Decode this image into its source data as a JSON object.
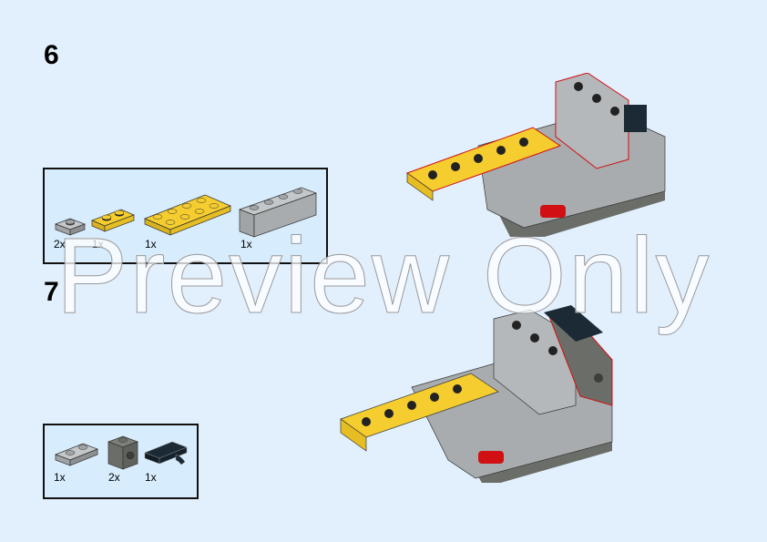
{
  "page": {
    "background": "#e2f0fe",
    "watermark": "Preview Only"
  },
  "steps": [
    {
      "number": "6",
      "parts": [
        {
          "name": "light-gray-plate-1x1",
          "qty": "2x",
          "color": "#a0a4a6"
        },
        {
          "name": "yellow-plate-1x2",
          "qty": "1x",
          "color": "#f5cd2f"
        },
        {
          "name": "yellow-plate-2x4",
          "qty": "1x",
          "color": "#f5cd2f"
        },
        {
          "name": "light-gray-brick-1x4",
          "qty": "1x",
          "color": "#a0a4a6"
        }
      ]
    },
    {
      "number": "7",
      "parts": [
        {
          "name": "light-gray-plate-1x2",
          "qty": "1x",
          "color": "#a0a4a6"
        },
        {
          "name": "dark-gray-brick-1x1-with-stud-on-side",
          "qty": "2x",
          "color": "#6b6e68"
        },
        {
          "name": "black-plate-1x2-with-clip",
          "qty": "1x",
          "color": "#1b2a34"
        }
      ]
    }
  ],
  "colors": {
    "yellow": "#f5cd2f",
    "light_gray": "#a0a4a6",
    "dark_gray": "#6b6e68",
    "black": "#1b2a34",
    "red": "#d01012",
    "highlight": "#ff0000"
  }
}
